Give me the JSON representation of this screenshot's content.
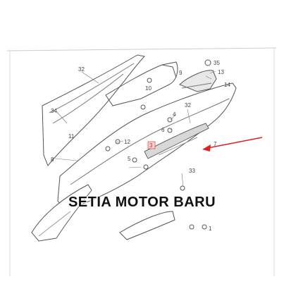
{
  "diagram": {
    "callouts": {
      "c32a": "32",
      "c35": "35",
      "c9": "9",
      "c13": "13",
      "c14": "14",
      "c10": "10",
      "c34": "34",
      "c11": "11",
      "c12": "12",
      "c4": "4",
      "c6": "6",
      "c32b": "32",
      "c5": "5",
      "c3": "3",
      "c7": "7",
      "c8": "8",
      "c33": "33",
      "c1": "1"
    },
    "colors": {
      "line": "#555555",
      "red": "#dd2222",
      "shade": "#d8d8d8"
    }
  },
  "watermark": {
    "text": "SETIA MOTOR BARU"
  }
}
